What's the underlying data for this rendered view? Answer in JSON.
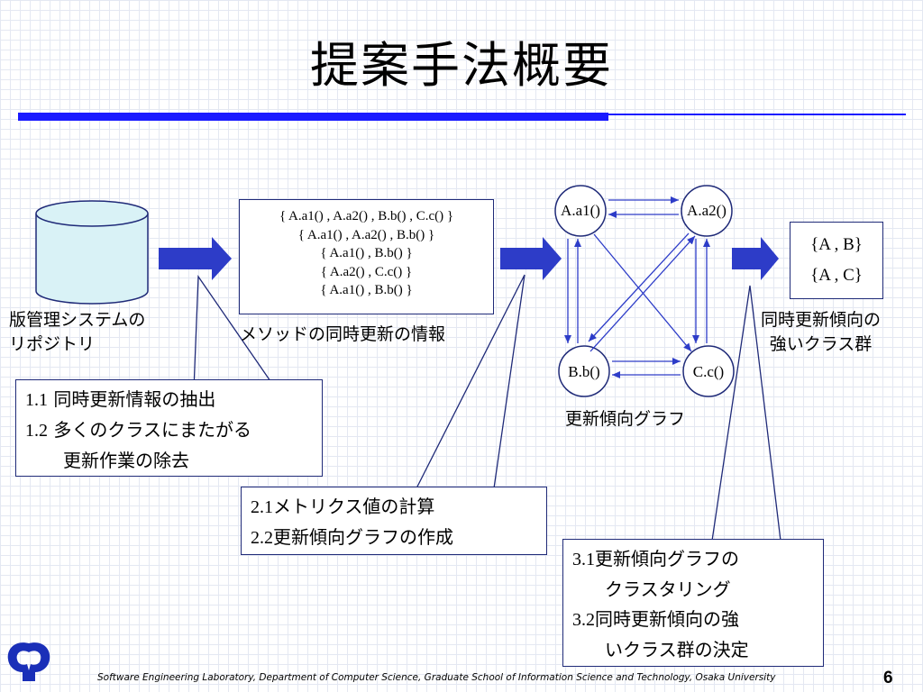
{
  "slide": {
    "title": "提案手法概要",
    "page_number": "6",
    "footer": "Software Engineering Laboratory, Department of Computer Science, Graduate School of Information Science and Technology, Osaka University"
  },
  "repository": {
    "label_line1": "版管理システムの",
    "label_line2": "リポジトリ"
  },
  "methods": {
    "lines": [
      "{ A.a1() , A.a2() , B.b() , C.c() }",
      "{ A.a1() , A.a2() , B.b() }",
      "{ A.a1() , B.b() }",
      "{ A.a2() , C.c() }",
      "{ A.a1() , B.b() }"
    ],
    "caption": "メソッドの同時更新の情報"
  },
  "graph": {
    "nodes": [
      "A.a1()",
      "A.a2()",
      "B.b()",
      "C.c()"
    ],
    "caption": "更新傾向グラフ"
  },
  "result": {
    "sets": [
      "{A , B}",
      "{A , C}"
    ],
    "caption_line1": "同時更新傾向の",
    "caption_line2": "強いクラス群"
  },
  "callouts": {
    "step1": {
      "n1": "1.1",
      "t1": " 同時更新情報の抽出",
      "n2": "1.2",
      "t2": " 多くのクラスにまたがる",
      "t3": "更新作業の除去"
    },
    "step2": {
      "n1": "2.1",
      "t1": "メトリクス値の計算",
      "n2": "2.2",
      "t2": "更新傾向グラフの作成"
    },
    "step3": {
      "n1": "3.1",
      "t1": "更新傾向グラフの",
      "t2": "クラスタリング",
      "n2": "3.2",
      "t3": "同時更新傾向の強",
      "t4": "いクラス群の決定"
    }
  },
  "colors": {
    "accent": "#1a1aff",
    "arrow": "#2d3cc8",
    "cylinder": "#d9f2f6",
    "line": "#1f2a78"
  }
}
